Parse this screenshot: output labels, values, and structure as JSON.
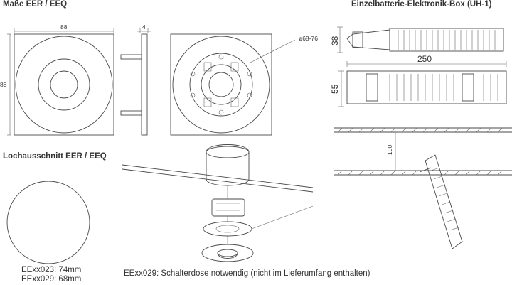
{
  "headings": {
    "dimensions": "Maße EER / EEQ",
    "battery_box": "Einzelbatterie-Elektronik-Box (UH-1)",
    "cutout": "Lochausschnitt EER / EEQ"
  },
  "dims": {
    "width_88": "88",
    "height_88": "88",
    "depth_4": "4",
    "diameter": "ø68-76",
    "box_height_38": "38",
    "box_length_250": "250",
    "box_height_55": "55",
    "ceiling_100": "100"
  },
  "cutout_sizes": {
    "eexx023": "EExx023: 74mm",
    "eexx029": "EExx029: 68mm"
  },
  "note": "EExx029: Schalterdose notwendig (nicht im Lieferumfang enthalten)"
}
